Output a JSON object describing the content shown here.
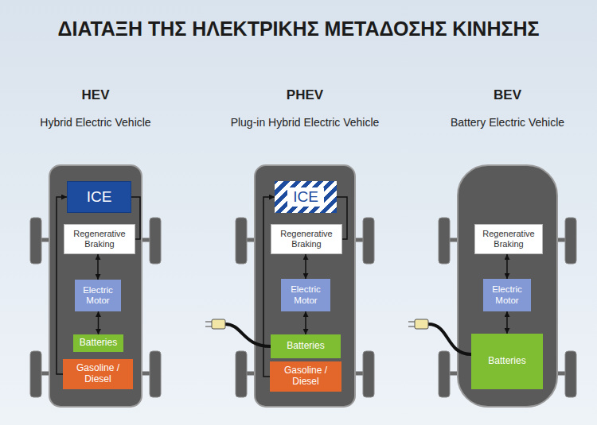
{
  "diagram": {
    "title": "ΔΙΑΤΑΞΗ ΤΗΣ ΗΛΕΚΤΡΙΚΗΣ ΜΕΤΑΔΟΣΗΣ ΚΙΝΗΣΗΣ",
    "nodes": [
      {
        "text": [
          "HEV",
          "Hybrid Electric Vehicle"
        ]
      },
      {
        "text": [
          "ICE"
        ],
        "in": 0
      },
      {
        "text": [
          "Regenerative Braking"
        ],
        "in": 0
      },
      {
        "text": [
          "Electric Motor"
        ],
        "in": 0
      },
      {
        "text": [
          "Batteries"
        ],
        "in": 0
      },
      {
        "text": [
          "Gasoline / Diesel"
        ],
        "in": 0
      },
      {
        "text": [
          "PHEV",
          "Plug-in Hybrid Electric Vehicle"
        ]
      },
      {
        "text": [
          "ICE"
        ],
        "in": 6
      },
      {
        "text": [
          "Regenerative Braking"
        ],
        "in": 6
      },
      {
        "text": [
          "Electric Motor"
        ],
        "in": 6
      },
      {
        "text": [
          "Batteries"
        ],
        "in": 6
      },
      {
        "text": [
          "Gasoline / Diesel"
        ],
        "in": 6
      },
      {
        "text": [
          "BEV",
          "Battery Electric Vehicle"
        ]
      },
      {
        "text": [
          "Regenerative Braking"
        ],
        "in": 12
      },
      {
        "text": [
          "Electric Motor"
        ],
        "in": 12
      },
      {
        "text": [
          "Batteries"
        ],
        "in": 12
      }
    ],
    "edges": [
      {
        "from": 5,
        "to": 1,
        "arrow": "to"
      },
      {
        "from": 1,
        "to": 2,
        "arrow": "none"
      },
      {
        "from": 2,
        "to": 3,
        "arrow": "both"
      },
      {
        "from": 3,
        "to": 4,
        "arrow": "both"
      },
      {
        "from": 11,
        "to": 7,
        "arrow": "to"
      },
      {
        "from": 7,
        "to": 8,
        "arrow": "none"
      },
      {
        "from": 8,
        "to": 9,
        "arrow": "both"
      },
      {
        "from": 9,
        "to": 10,
        "arrow": "both"
      },
      {
        "from": 13,
        "to": 14,
        "arrow": "both"
      },
      {
        "from": 14,
        "to": 15,
        "arrow": "both"
      }
    ]
  }
}
